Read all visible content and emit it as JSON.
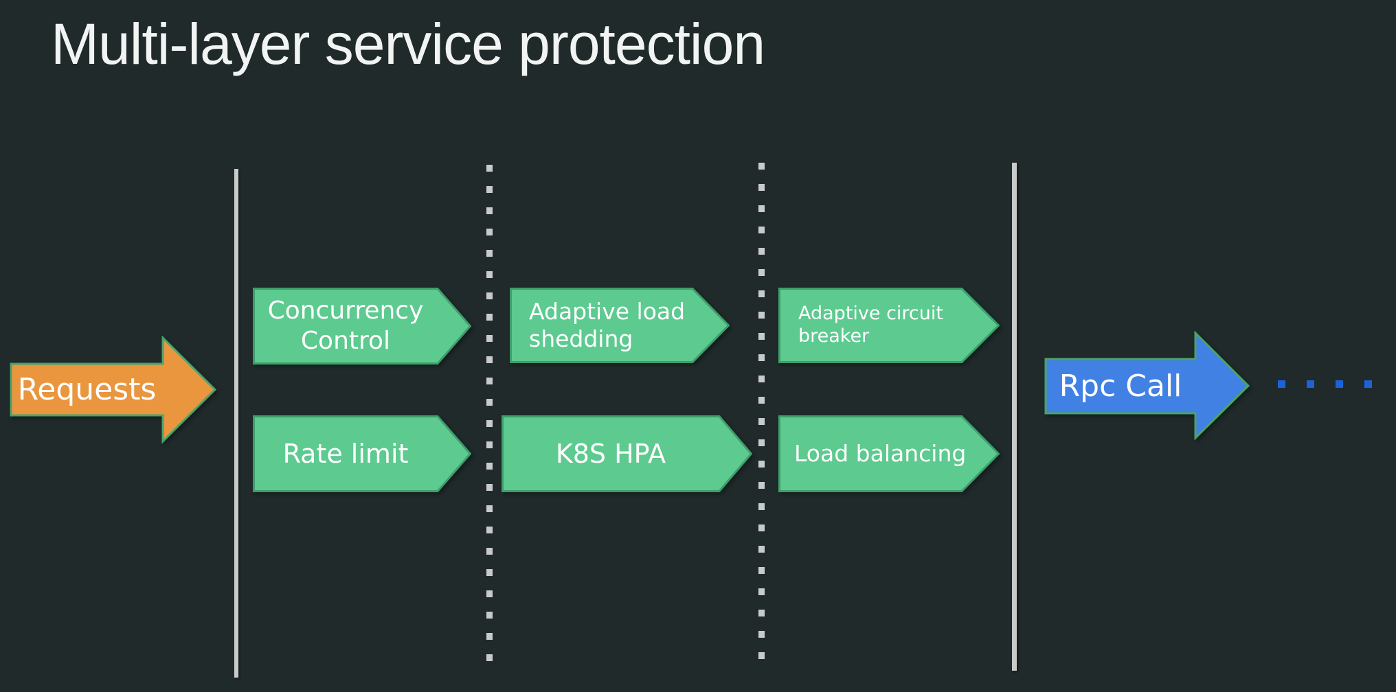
{
  "title": "Multi-layer service protection",
  "colors": {
    "background": "#202A2B",
    "green_fill": "#5DCA90",
    "green_border": "#3E9E6B",
    "orange_fill": "#E9963F",
    "blue_fill": "#4181E4",
    "accent_border": "#4BA36A",
    "line_gray": "#C9CBCA",
    "dot_blue": "#1C63D9",
    "label_text": "#FFFFFF",
    "title_text": "#F2F4F4"
  },
  "flow": {
    "input_arrow": {
      "label": "Requests"
    },
    "output_arrow": {
      "label": "Rpc Call"
    },
    "output_trail_dot_count": 4,
    "layers": [
      {
        "items": [
          {
            "label": "Concurrency Control"
          },
          {
            "label": "Rate limit"
          }
        ]
      },
      {
        "items": [
          {
            "label": "Adaptive load shedding"
          },
          {
            "label": "K8S HPA"
          }
        ]
      },
      {
        "items": [
          {
            "label": "Adaptive circuit breaker"
          },
          {
            "label": "Load balancing"
          }
        ]
      }
    ]
  }
}
